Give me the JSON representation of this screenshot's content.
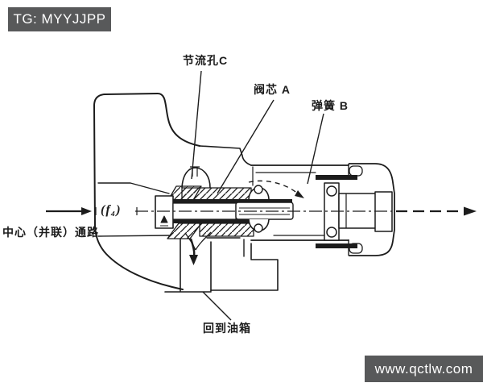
{
  "watermark_top_left": {
    "text": "TG: MYYJJPP"
  },
  "watermark_bottom_right": {
    "text": "www.qctlw.com"
  },
  "labels": {
    "throttle_hole_c": "节流孔C",
    "valve_core_a": "阀芯 A",
    "spring_b": "弹簧 B",
    "center_parallel_passage": "中心（并联）通路",
    "flow_coefficient": "(f₄)",
    "return_to_tank": "回到油箱"
  },
  "colors": {
    "background": "#ffffff",
    "line": "#1c1c1c",
    "watermark_bg": "#58595a",
    "watermark_text": "#ffffff"
  }
}
